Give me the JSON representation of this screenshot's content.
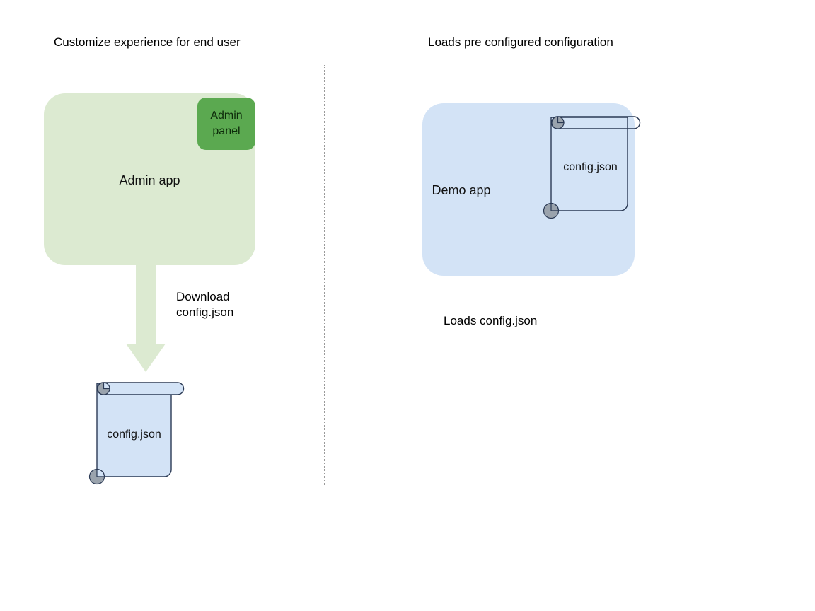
{
  "diagram": {
    "title_left": "Customize experience for end user",
    "title_right": "Loads pre configured configuration",
    "colors": {
      "app_green": "#dcead1",
      "app_blue": "#d3e3f6",
      "admin_panel_green": "#5ba950",
      "arrow_green": "#dcead1",
      "doc_fill": "#d3e3f6",
      "doc_stroke": "#2b3a55",
      "doc_roll_gray": "#9aa3ad",
      "divider": "#9a9a9a",
      "text": "#000000"
    },
    "left_column": {
      "heading": "Customize experience for end user",
      "app": {
        "label": "Admin app",
        "panel_label": "Admin\npanel"
      },
      "arrow": {
        "label": "Download\nconfig.json",
        "direction": "down"
      },
      "document": {
        "label": "config.json",
        "filled": true
      }
    },
    "right_column": {
      "heading": "Loads pre configured configuration",
      "app": {
        "label": "Demo app"
      },
      "document": {
        "label": "config.json",
        "filled": false
      },
      "caption": "Loads config.json"
    }
  }
}
